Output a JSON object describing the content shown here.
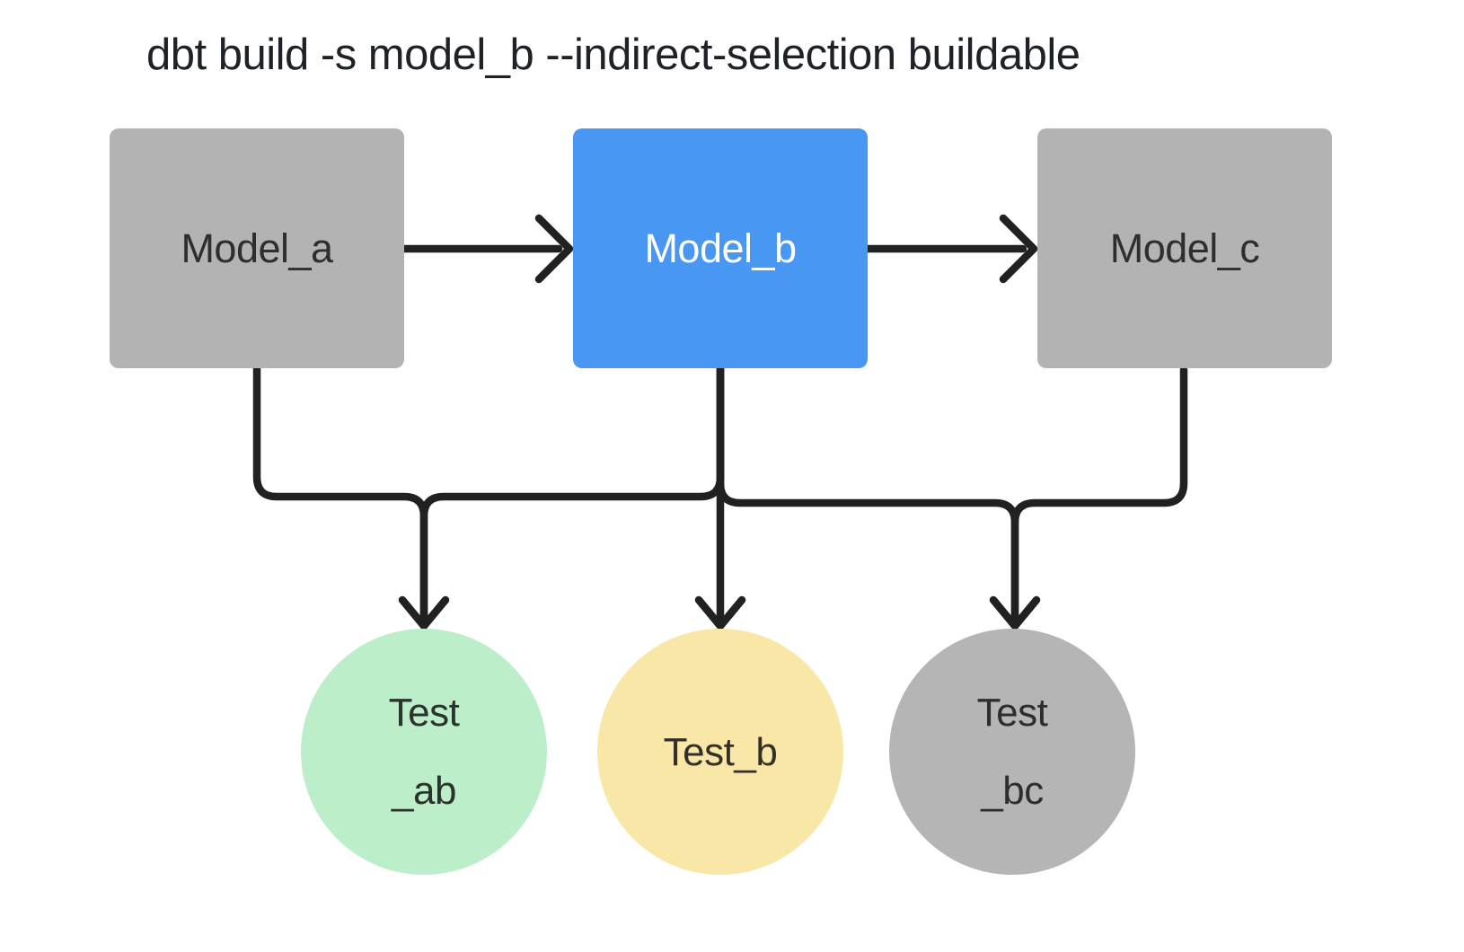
{
  "title": "dbt build -s model_b --indirect-selection buildable",
  "diagram": {
    "line_color": "#212121",
    "models": [
      {
        "id": "model_a",
        "label": "Model_a",
        "selected": false,
        "color": "#b3b3b3",
        "text_color": "#2e2e2e"
      },
      {
        "id": "model_b",
        "label": "Model_b",
        "selected": true,
        "color": "#4897f3",
        "text_color": "#ffffff"
      },
      {
        "id": "model_c",
        "label": "Model_c",
        "selected": false,
        "color": "#b3b3b3",
        "text_color": "#2e2e2e"
      }
    ],
    "tests": [
      {
        "id": "test_ab",
        "label_lines": [
          "Test",
          "_ab"
        ],
        "color": "#bceec9",
        "text_color": "#2b332c"
      },
      {
        "id": "test_b",
        "label_lines": [
          "Test_b"
        ],
        "color": "#f8e7a6",
        "text_color": "#33302a"
      },
      {
        "id": "test_bc",
        "label_lines": [
          "Test",
          "_bc"
        ],
        "color": "#b5b5b5",
        "text_color": "#2e2e2e"
      }
    ],
    "edges": [
      {
        "from": "Model_a",
        "to": "Model_b"
      },
      {
        "from": "Model_b",
        "to": "Model_c"
      },
      {
        "from": "Model_a",
        "to": "Test_ab"
      },
      {
        "from": "Model_b",
        "to": "Test_ab"
      },
      {
        "from": "Model_b",
        "to": "Test_b"
      },
      {
        "from": "Model_b",
        "to": "Test_bc"
      },
      {
        "from": "Model_c",
        "to": "Test_bc"
      }
    ]
  }
}
